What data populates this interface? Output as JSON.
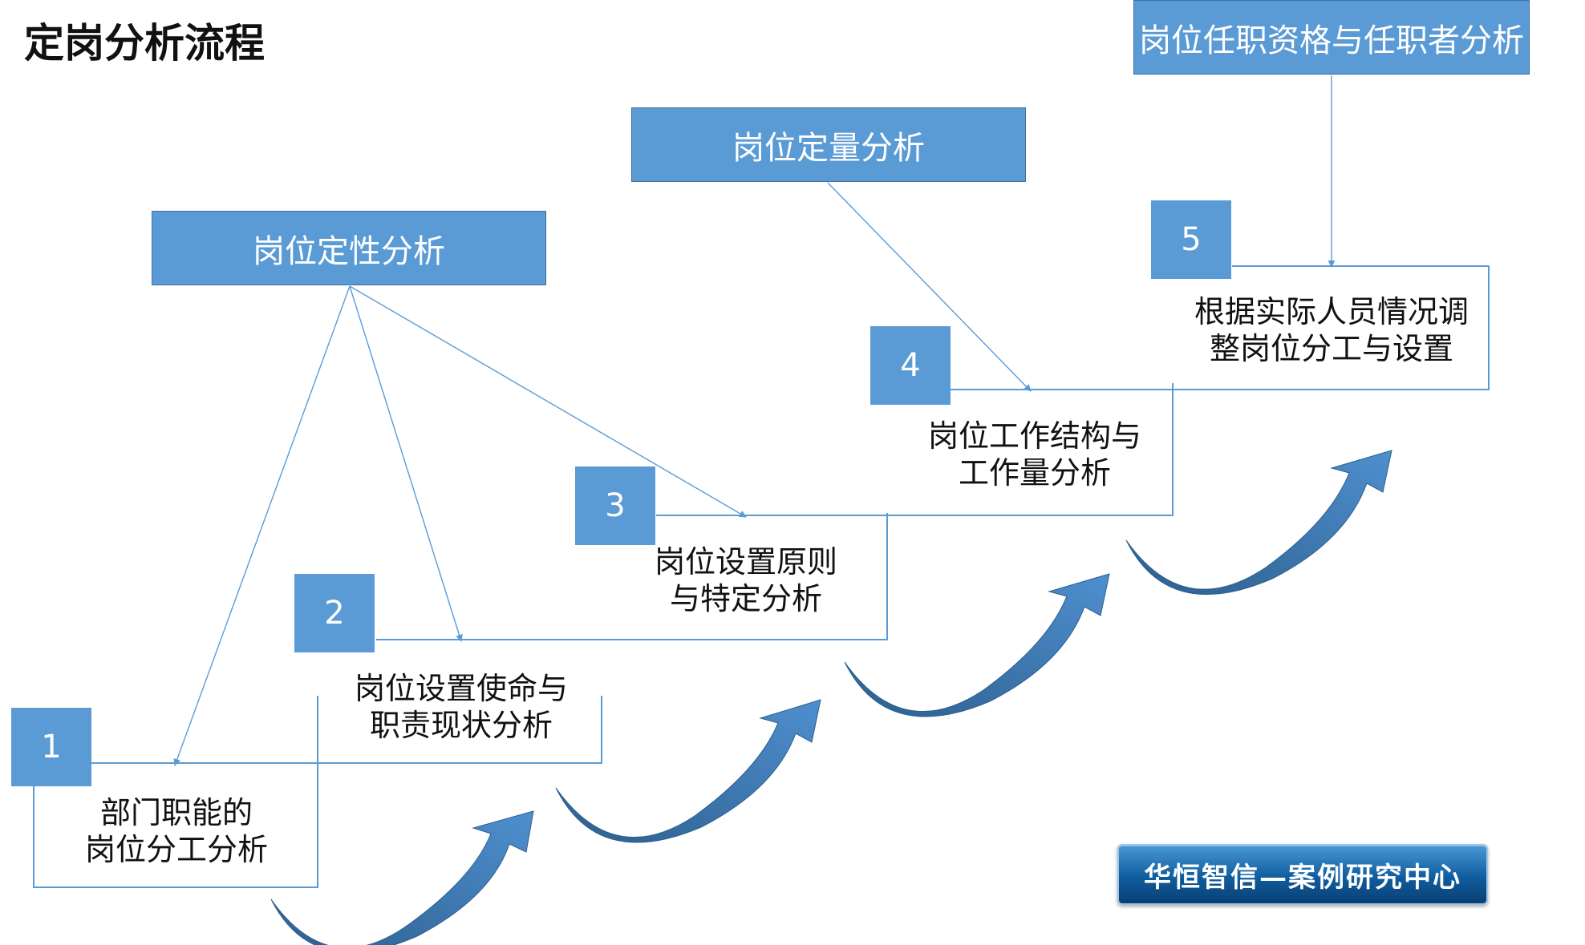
{
  "title": "定岗分析流程",
  "colors": {
    "box_fill": "#5b9bd5",
    "line": "#5b9bd5",
    "outline": "#5b9bd5",
    "arrow_dark": "#2c5f8d",
    "arrow_light": "#4f8fcf"
  },
  "categories": [
    {
      "id": "qualitative",
      "label": "岗位定性分析"
    },
    {
      "id": "quantitative",
      "label": "岗位定量分析"
    },
    {
      "id": "qualification",
      "label": "岗位任职资格与任职者分析"
    }
  ],
  "steps": [
    {
      "number": "1",
      "lines": [
        "部门职能的",
        "岗位分工分析"
      ]
    },
    {
      "number": "2",
      "lines": [
        "岗位设置使命与",
        "职责现状分析"
      ]
    },
    {
      "number": "3",
      "lines": [
        "岗位设置原则",
        "与特定分析"
      ]
    },
    {
      "number": "4",
      "lines": [
        "岗位工作结构与",
        "工作量分析"
      ]
    },
    {
      "number": "5",
      "lines": [
        "根据实际人员情况调",
        "整岗位分工与设置"
      ]
    }
  ],
  "footer": "华恒智信—案例研究中心"
}
